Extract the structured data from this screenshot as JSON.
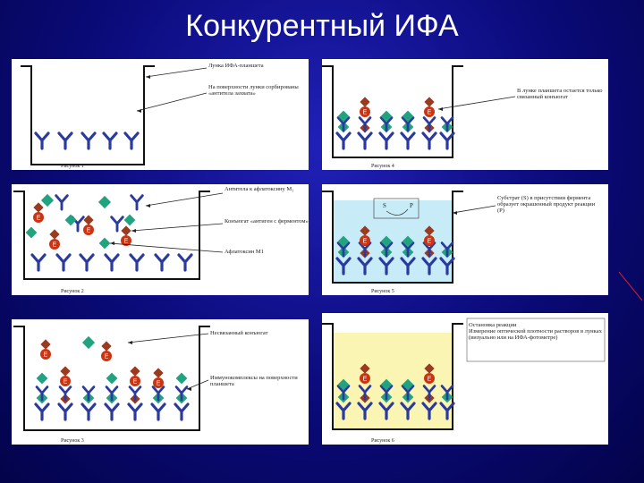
{
  "slide": {
    "title": "Конкурентный ИФА"
  },
  "panels": [
    {
      "figure": "Рисунок 1",
      "labels": [
        "Лунка ИФА-планшета",
        "На поверхности лунки сорбированы «антитела захвата»"
      ]
    },
    {
      "figure": "Рисунок 2",
      "labels": [
        "Антитела к афлатоксину M₁",
        "Конъюгат «антиген с ферментом»",
        "Афлатоксин M1"
      ]
    },
    {
      "figure": "Рисунок 3",
      "labels": [
        "Несвязанный конъюгат",
        "Иммунокомплексы на поверхности планшета"
      ]
    },
    {
      "figure": "Рисунок 4",
      "labels": [
        "В лунке планшета остается только связанный конъюгат"
      ]
    },
    {
      "figure": "Рисунок 5",
      "labels": [
        "Субстрат (S) в присутствии фермента образует окрашенный продукт реакции (P)"
      ],
      "substrate": "S",
      "product": "P"
    },
    {
      "figure": "Рисунок 6",
      "labels": [
        "Остановка реакции",
        "Измерение оптической плотности растворов в лунках (визуально или на ИФА-фотометре)"
      ]
    },
    {
      "enzyme_letter": "E"
    }
  ],
  "colors": {
    "antibody": "#2b3a9e",
    "conjugate": "#9a3a1e",
    "enzyme": "#cc3311",
    "toxin": "#22a37f",
    "liquid_blue": "#c8ecf7",
    "liquid_yellow": "#fbf5b4"
  }
}
